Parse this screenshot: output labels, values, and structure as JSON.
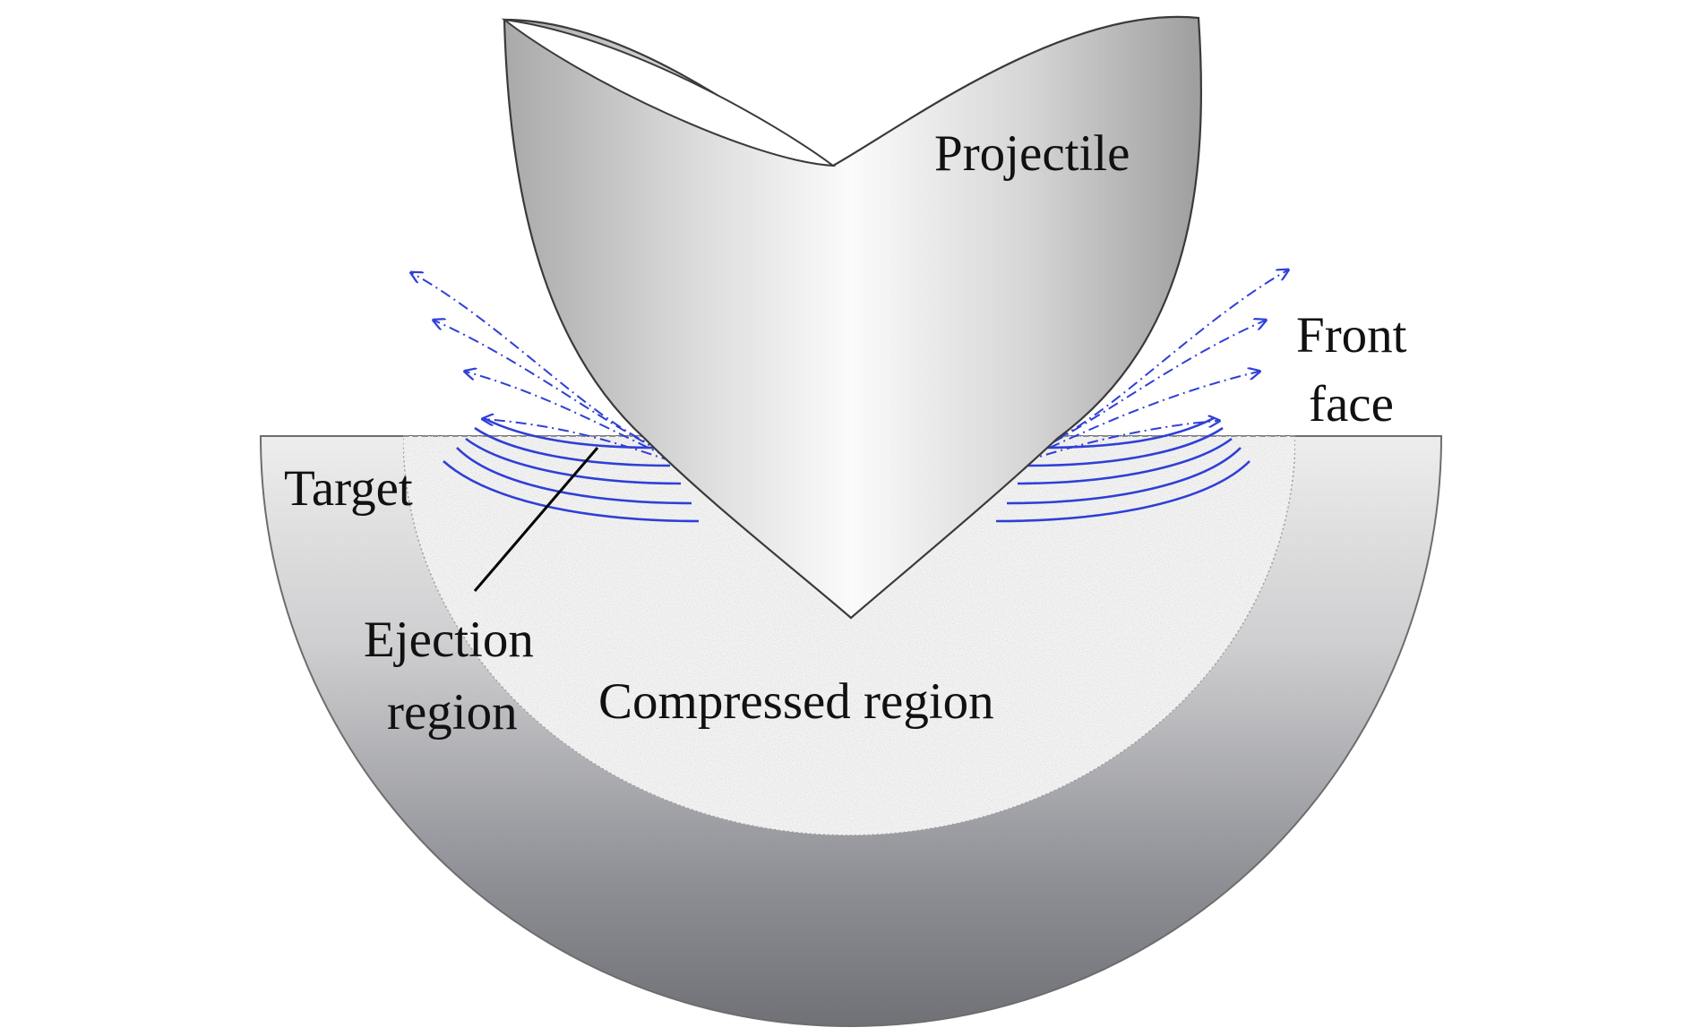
{
  "labels": {
    "projectile": "Projectile",
    "front_face_line1": "Front",
    "front_face_line2": "face",
    "target": "Target",
    "ejection_line1": "Ejection",
    "ejection_line2": "region",
    "compressed": "Compressed region"
  },
  "colors": {
    "flow_lines": "#2f3fd6",
    "leader_line": "#000000",
    "target_light": "#ececec",
    "target_dark": "#73747a",
    "compressed_fill": "#f3f3f3",
    "projectile_light": "#fbfbfb",
    "projectile_dark": "#a6a6a6"
  }
}
